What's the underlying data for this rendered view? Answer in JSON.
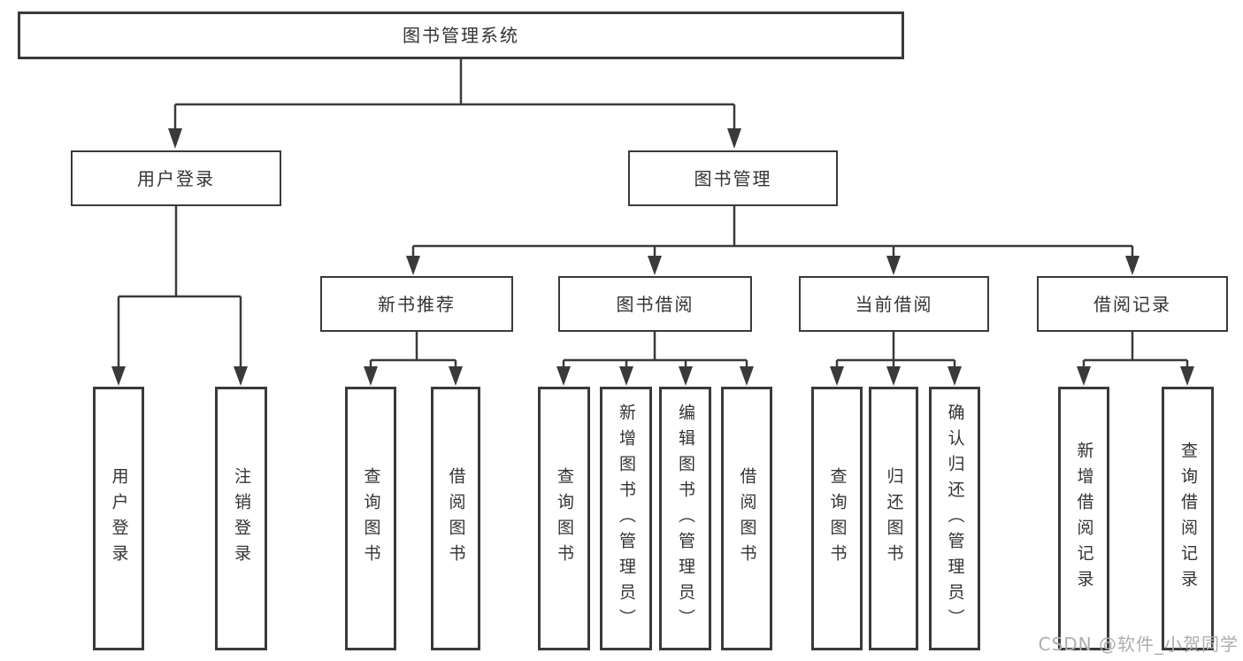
{
  "diagram": {
    "title": "图书管理系统",
    "level2": {
      "user_login": "用户登录",
      "book_mgmt": "图书管理"
    },
    "level3": {
      "new_books": "新书推荐",
      "book_borrow": "图书借阅",
      "current_borrow": "当前借阅",
      "borrow_records": "借阅记录"
    },
    "leaves": {
      "user_login": [
        "用户登录",
        "注销登录"
      ],
      "new_books": [
        "查询图书",
        "借阅图书"
      ],
      "book_borrow": [
        "查询图书",
        "新增图书（管理员）",
        "编辑图书（管理员）",
        "借阅图书"
      ],
      "current_borrow": [
        "查询图书",
        "归还图书",
        "确认归还（管理员）"
      ],
      "borrow_records": [
        "新增借阅记录",
        "查询借阅记录"
      ]
    }
  },
  "watermark": {
    "text": "CSDN @软件_小贺同学"
  },
  "colors": {
    "line": "#3a3a3a",
    "text": "#333333",
    "watermark": "#aeaeae",
    "background": "#ffffff"
  }
}
